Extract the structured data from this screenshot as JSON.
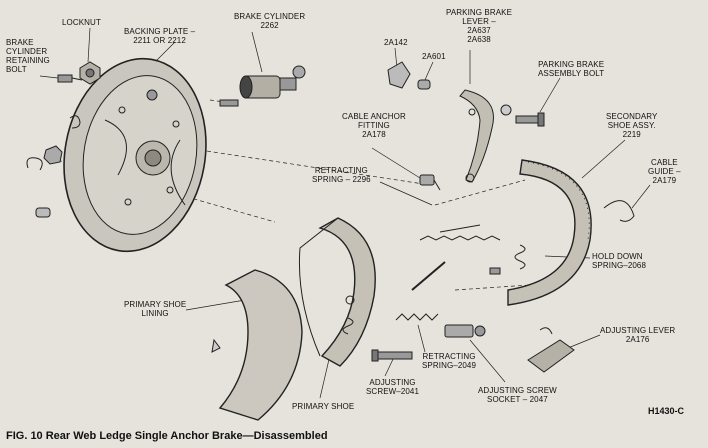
{
  "labels": {
    "locknut": "LOCKNUT",
    "backing_plate": "BACKING PLATE –",
    "backing_plate_num": "2211 OR 2212",
    "brake_cylinder": "BRAKE CYLINDER",
    "brake_cylinder_num": "2262",
    "retaining_bolt_1": "BRAKE",
    "retaining_bolt_2": "CYLINDER",
    "retaining_bolt_3": "RETAINING",
    "retaining_bolt_4": "BOLT",
    "part_2a142": "2A142",
    "part_2a601": "2A601",
    "parking_lever_1": "PARKING BRAKE",
    "parking_lever_2": "LEVER –",
    "parking_lever_3": "2A637",
    "parking_lever_4": "2A638",
    "parking_bolt_1": "PARKING BRAKE",
    "parking_bolt_2": "ASSEMBLY BOLT",
    "cable_anchor_1": "CABLE ANCHOR",
    "cable_anchor_2": "FITTING",
    "cable_anchor_3": "2A178",
    "secondary_shoe_1": "SECONDARY",
    "secondary_shoe_2": "SHOE ASSY.",
    "secondary_shoe_3": "2219",
    "retracting_2296_1": "RETRACTING",
    "retracting_2296_2": "SPRING – 2296",
    "cable_guide_1": "CABLE",
    "cable_guide_2": "GUIDE –",
    "cable_guide_3": "2A179",
    "hold_down_1": "HOLD DOWN",
    "hold_down_2": "SPRING–2068",
    "primary_lining_1": "PRIMARY SHOE",
    "primary_lining_2": "LINING",
    "adjusting_lever_1": "ADJUSTING LEVER",
    "adjusting_lever_2": "2A176",
    "retracting_2049_1": "RETRACTING",
    "retracting_2049_2": "SPRING–2049",
    "adjusting_screw_1": "ADJUSTING",
    "adjusting_screw_2": "SCREW–2041",
    "adjusting_socket_1": "ADJUSTING SCREW",
    "adjusting_socket_2": "SOCKET – 2047",
    "primary_shoe": "PRIMARY SHOE"
  },
  "figure_code": "H1430-C",
  "caption": "FIG. 10 Rear Web Ledge Single Anchor Brake—Disassembled"
}
